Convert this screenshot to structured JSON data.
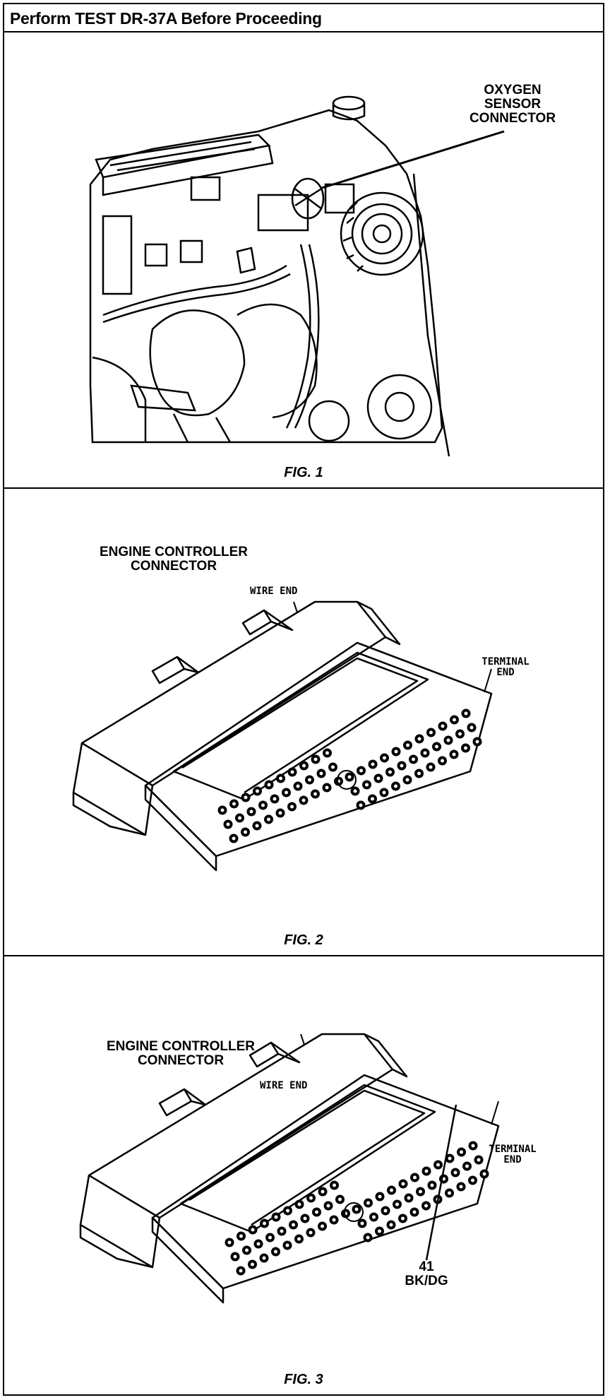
{
  "header": {
    "title": "Perform TEST DR-37A Before Proceeding"
  },
  "figures": [
    {
      "caption": "FIG. 1",
      "callout_lines": [
        "OXYGEN",
        "SENSOR",
        "CONNECTOR"
      ]
    },
    {
      "caption": "FIG. 2",
      "title_lines": [
        "ENGINE CONTROLLER",
        "CONNECTOR"
      ],
      "wire_end": "WIRE END",
      "terminal_end_lines": [
        "TERMINAL",
        "END"
      ]
    },
    {
      "caption": "FIG. 3",
      "title_lines": [
        "ENGINE CONTROLLER",
        "CONNECTOR"
      ],
      "wire_end": "WIRE END",
      "terminal_end_lines": [
        "TERMINAL",
        "END"
      ],
      "pin_callout_lines": [
        "41",
        "BK/DG"
      ]
    }
  ]
}
